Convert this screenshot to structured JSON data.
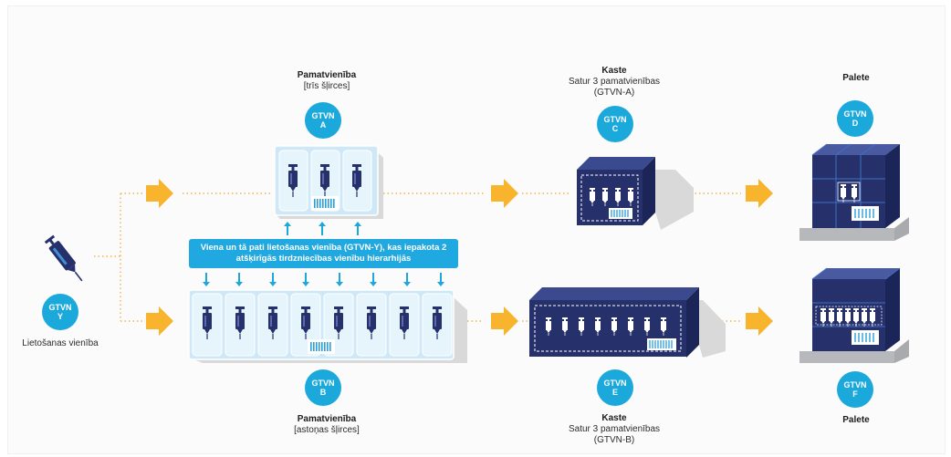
{
  "usage_unit": {
    "label": "Lietošanas vienība",
    "badge": {
      "line1": "GTVN",
      "line2": "Y"
    }
  },
  "top_row": {
    "base_unit": {
      "title": "Pamatvienība",
      "subtitle": "[trīs šļirces]",
      "badge": {
        "line1": "GTVN",
        "line2": "A"
      }
    },
    "case": {
      "title": "Kaste",
      "line2": "Satur 3 pamatvienības",
      "line3": "(GTVN-A)",
      "badge": {
        "line1": "GTVN",
        "line2": "C"
      }
    },
    "pallet": {
      "title": "Palete",
      "badge": {
        "line1": "GTVN",
        "line2": "D"
      }
    }
  },
  "bottom_row": {
    "base_unit": {
      "title": "Pamatvienība",
      "subtitle": "[astoņas šļirces]",
      "badge": {
        "line1": "GTVN",
        "line2": "B"
      }
    },
    "case": {
      "title": "Kaste",
      "line2": "Satur 3 pamatvienības",
      "line3": "(GTVN-B)",
      "badge": {
        "line1": "GTVN",
        "line2": "E"
      }
    },
    "pallet": {
      "title": "Palete",
      "badge": {
        "line1": "GTVN",
        "line2": "F"
      }
    }
  },
  "callout": {
    "text": "Viena un tā pati lietošanas vienība (GTVN-Y), kas iepakota 2 atšķirīgās tirdzniecības vienību hierarhijās"
  },
  "colors": {
    "badge": "#1ba9dc",
    "arrow": "#f7b42c",
    "navy": "#26306b",
    "light_blue": "#cfe8f7",
    "callout": "#20a9e0"
  }
}
